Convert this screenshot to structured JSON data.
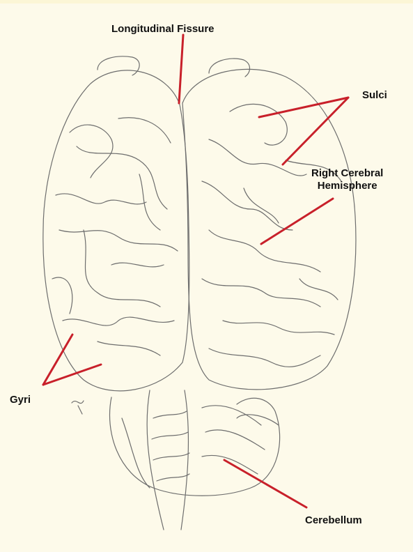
{
  "labels": {
    "longitudinal_fissure": "Longitudinal Fissure",
    "sulci": "Sulci",
    "right_cerebral_line1": "Right Cerebral",
    "right_cerebral_line2": "Hemisphere",
    "gyri": "Gyri",
    "cerebellum": "Cerebellum"
  },
  "colors": {
    "background": "#fdfaea",
    "pointer_lines": "#c8202a",
    "sketch": "#6d6d6d"
  }
}
